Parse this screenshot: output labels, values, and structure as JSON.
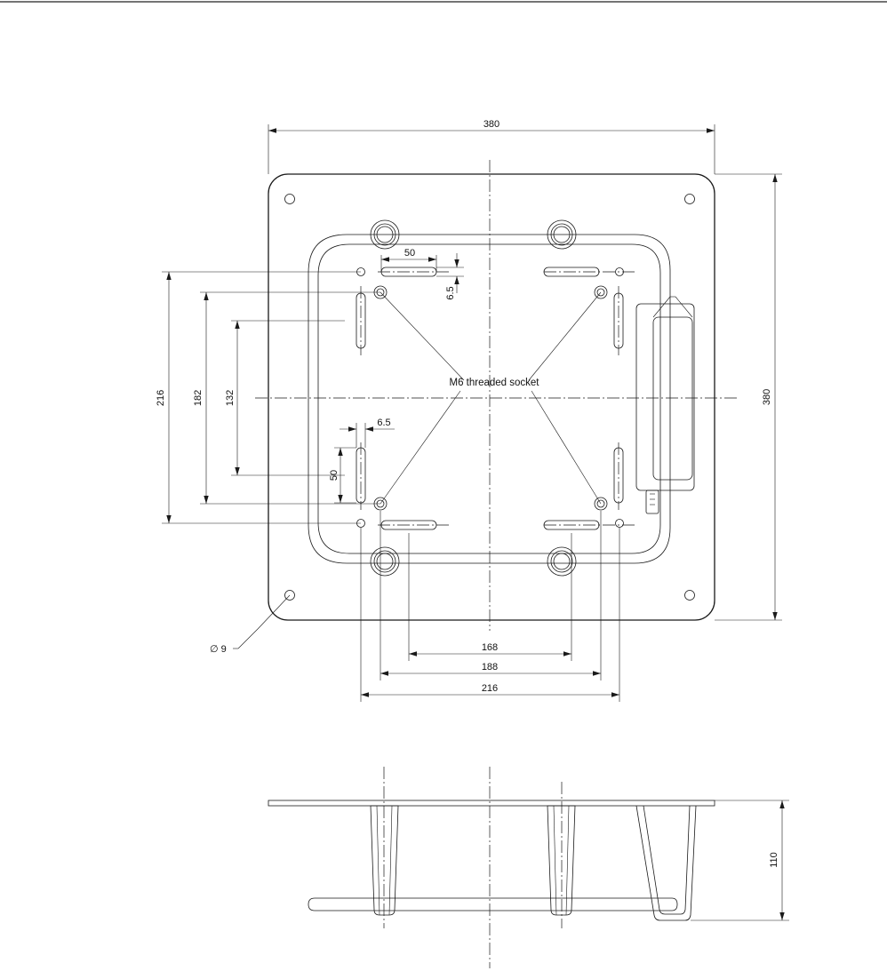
{
  "top_view": {
    "dims": {
      "width_overall": "380",
      "height_overall": "380",
      "slot_length": "50",
      "slot_width_top": "6.5",
      "height_216": "216",
      "height_182": "182",
      "height_132": "132",
      "slot_width_left": "6.5",
      "slot_length_left": "50",
      "width_168": "168",
      "width_188": "188",
      "width_216": "216"
    },
    "labels": {
      "socket": "M6 threaded socket",
      "hole": "∅ 9"
    }
  },
  "side_view": {
    "dims": {
      "height": "110"
    }
  }
}
